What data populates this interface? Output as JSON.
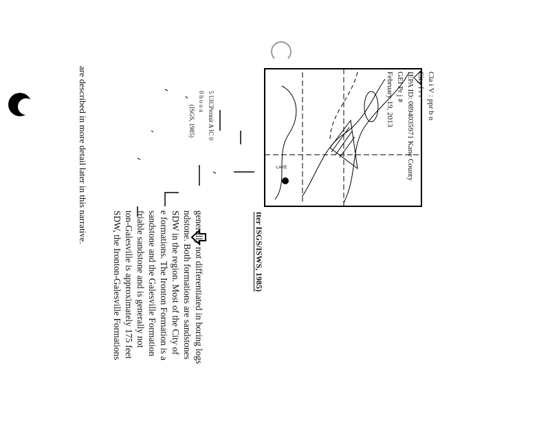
{
  "header": {
    "lines": [
      "Cla i V       :  ppr  b n",
      "City f     r  r",
      "IEPA ID: 0894035971   Kane County",
      "GEI Pr j    #",
      "February 19, 2013"
    ]
  },
  "figure": {
    "caption": "tter ISGS/ISWS, 1985)",
    "labels": [
      "5  UICPermit A  IC 0",
      "0  h o o  a",
      "(ISGS, 1985)"
    ],
    "map_text": "LAKE"
  },
  "body": {
    "lines": [
      "generally not differentiated in boring logs",
      "ndstone.  Both formations are sandstones",
      "SDW in the region.  Most of the City of",
      "e formations.  The Ironton Formation is a",
      "sandstone  and  the Galesville Formation",
      "friable  sandstone  and  is  generally  not",
      "ton-Galesville is approximately 175 feet",
      "SDW, the Ironton-Galesville Formations"
    ],
    "last_line": "are described in more detail later in this narrative."
  }
}
